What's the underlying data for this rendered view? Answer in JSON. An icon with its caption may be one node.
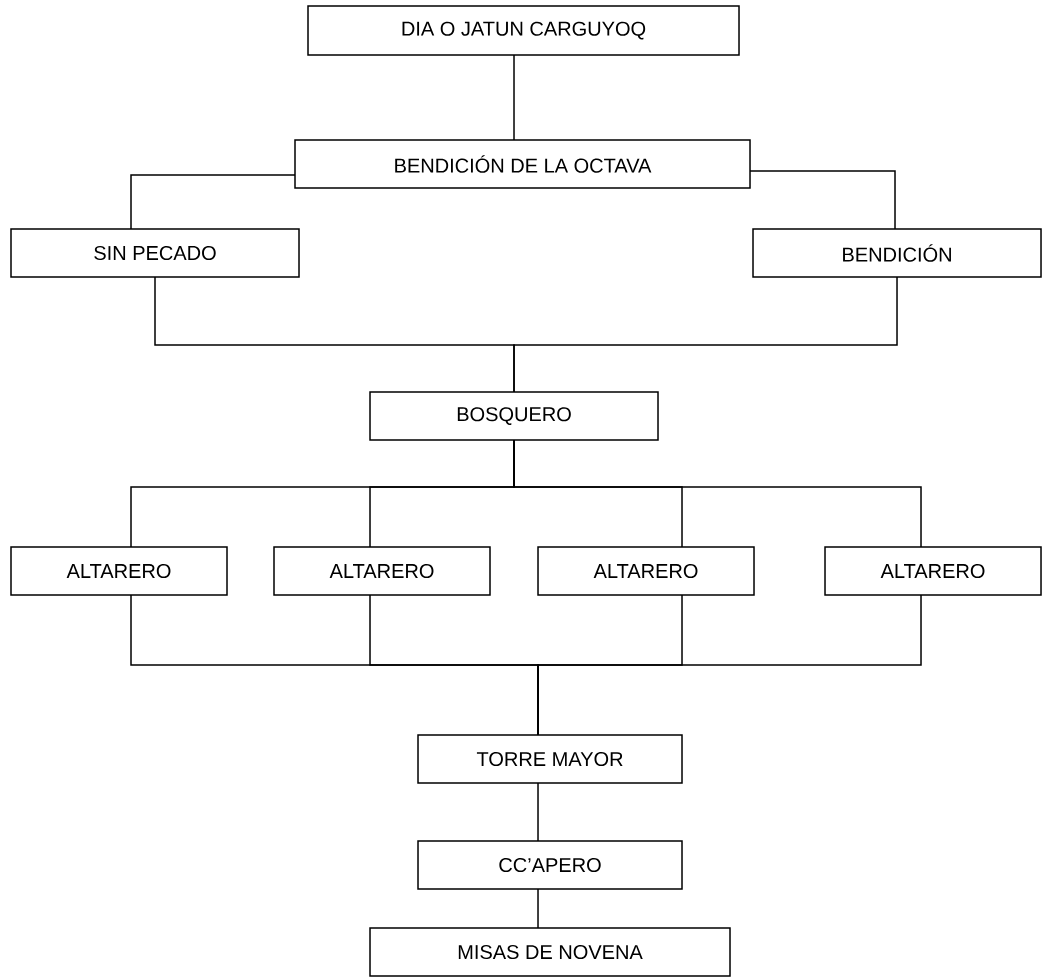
{
  "diagram": {
    "nodes": [
      {
        "text": [
          "DIA O JATUN CARGUYOQ"
        ]
      },
      {
        "text": [
          "BENDICIÓN DE LA OCTAVA"
        ]
      },
      {
        "text": [
          "SIN PECADO"
        ]
      },
      {
        "text": [
          "BENDICIÓN"
        ]
      },
      {
        "text": [
          "BOSQUERO"
        ]
      },
      {
        "text": [
          "ALTARERO"
        ]
      },
      {
        "text": [
          "ALTARERO"
        ]
      },
      {
        "text": [
          "ALTARERO"
        ]
      },
      {
        "text": [
          "ALTARERO"
        ]
      },
      {
        "text": [
          "TORRE MAYOR"
        ]
      },
      {
        "text": [
          "CC’APERO"
        ]
      },
      {
        "text": [
          "MISAS DE NOVENA"
        ]
      }
    ],
    "edges": [
      {
        "from": 0,
        "to": 1,
        "arrow": "none"
      },
      {
        "from": 1,
        "to": 2,
        "arrow": "none"
      },
      {
        "from": 1,
        "to": 3,
        "arrow": "none"
      },
      {
        "from": 2,
        "to": 4,
        "arrow": "none"
      },
      {
        "from": 3,
        "to": 4,
        "arrow": "none"
      },
      {
        "from": 4,
        "to": 5,
        "arrow": "none"
      },
      {
        "from": 4,
        "to": 6,
        "arrow": "none"
      },
      {
        "from": 4,
        "to": 7,
        "arrow": "none"
      },
      {
        "from": 4,
        "to": 8,
        "arrow": "none"
      },
      {
        "from": 5,
        "to": 9,
        "arrow": "none"
      },
      {
        "from": 6,
        "to": 9,
        "arrow": "none"
      },
      {
        "from": 7,
        "to": 9,
        "arrow": "none"
      },
      {
        "from": 8,
        "to": 9,
        "arrow": "none"
      },
      {
        "from": 9,
        "to": 10,
        "arrow": "none"
      },
      {
        "from": 10,
        "to": 11,
        "arrow": "none"
      }
    ]
  }
}
